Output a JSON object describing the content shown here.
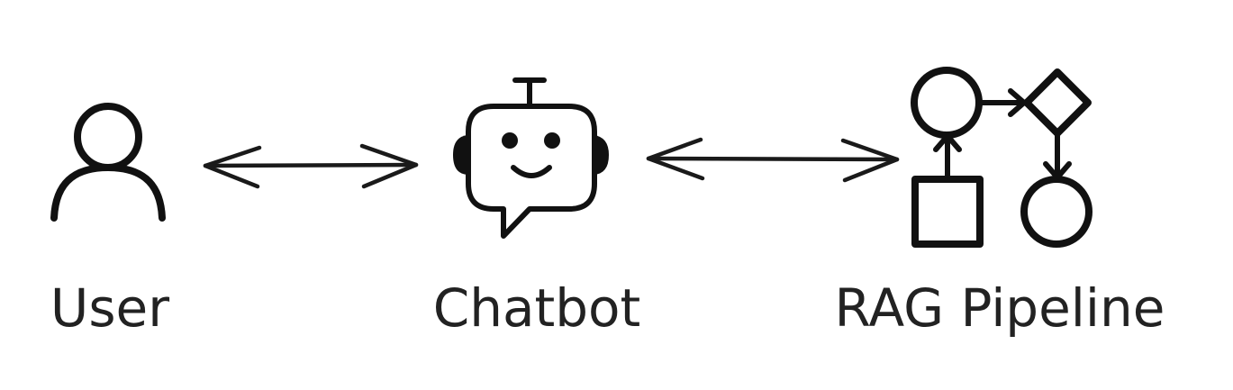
{
  "nodes": {
    "user": {
      "label": "User",
      "icon": "user-icon"
    },
    "chatbot": {
      "label": "Chatbot",
      "icon": "robot-icon"
    },
    "rag": {
      "label": "RAG Pipeline",
      "icon": "pipeline-flow-icon"
    }
  },
  "connections": [
    {
      "from": "user",
      "to": "chatbot",
      "direction": "bidirectional"
    },
    {
      "from": "chatbot",
      "to": "rag",
      "direction": "bidirectional"
    }
  ],
  "colors": {
    "background": "#ffffff",
    "ink": "#111111",
    "text": "#222222"
  }
}
